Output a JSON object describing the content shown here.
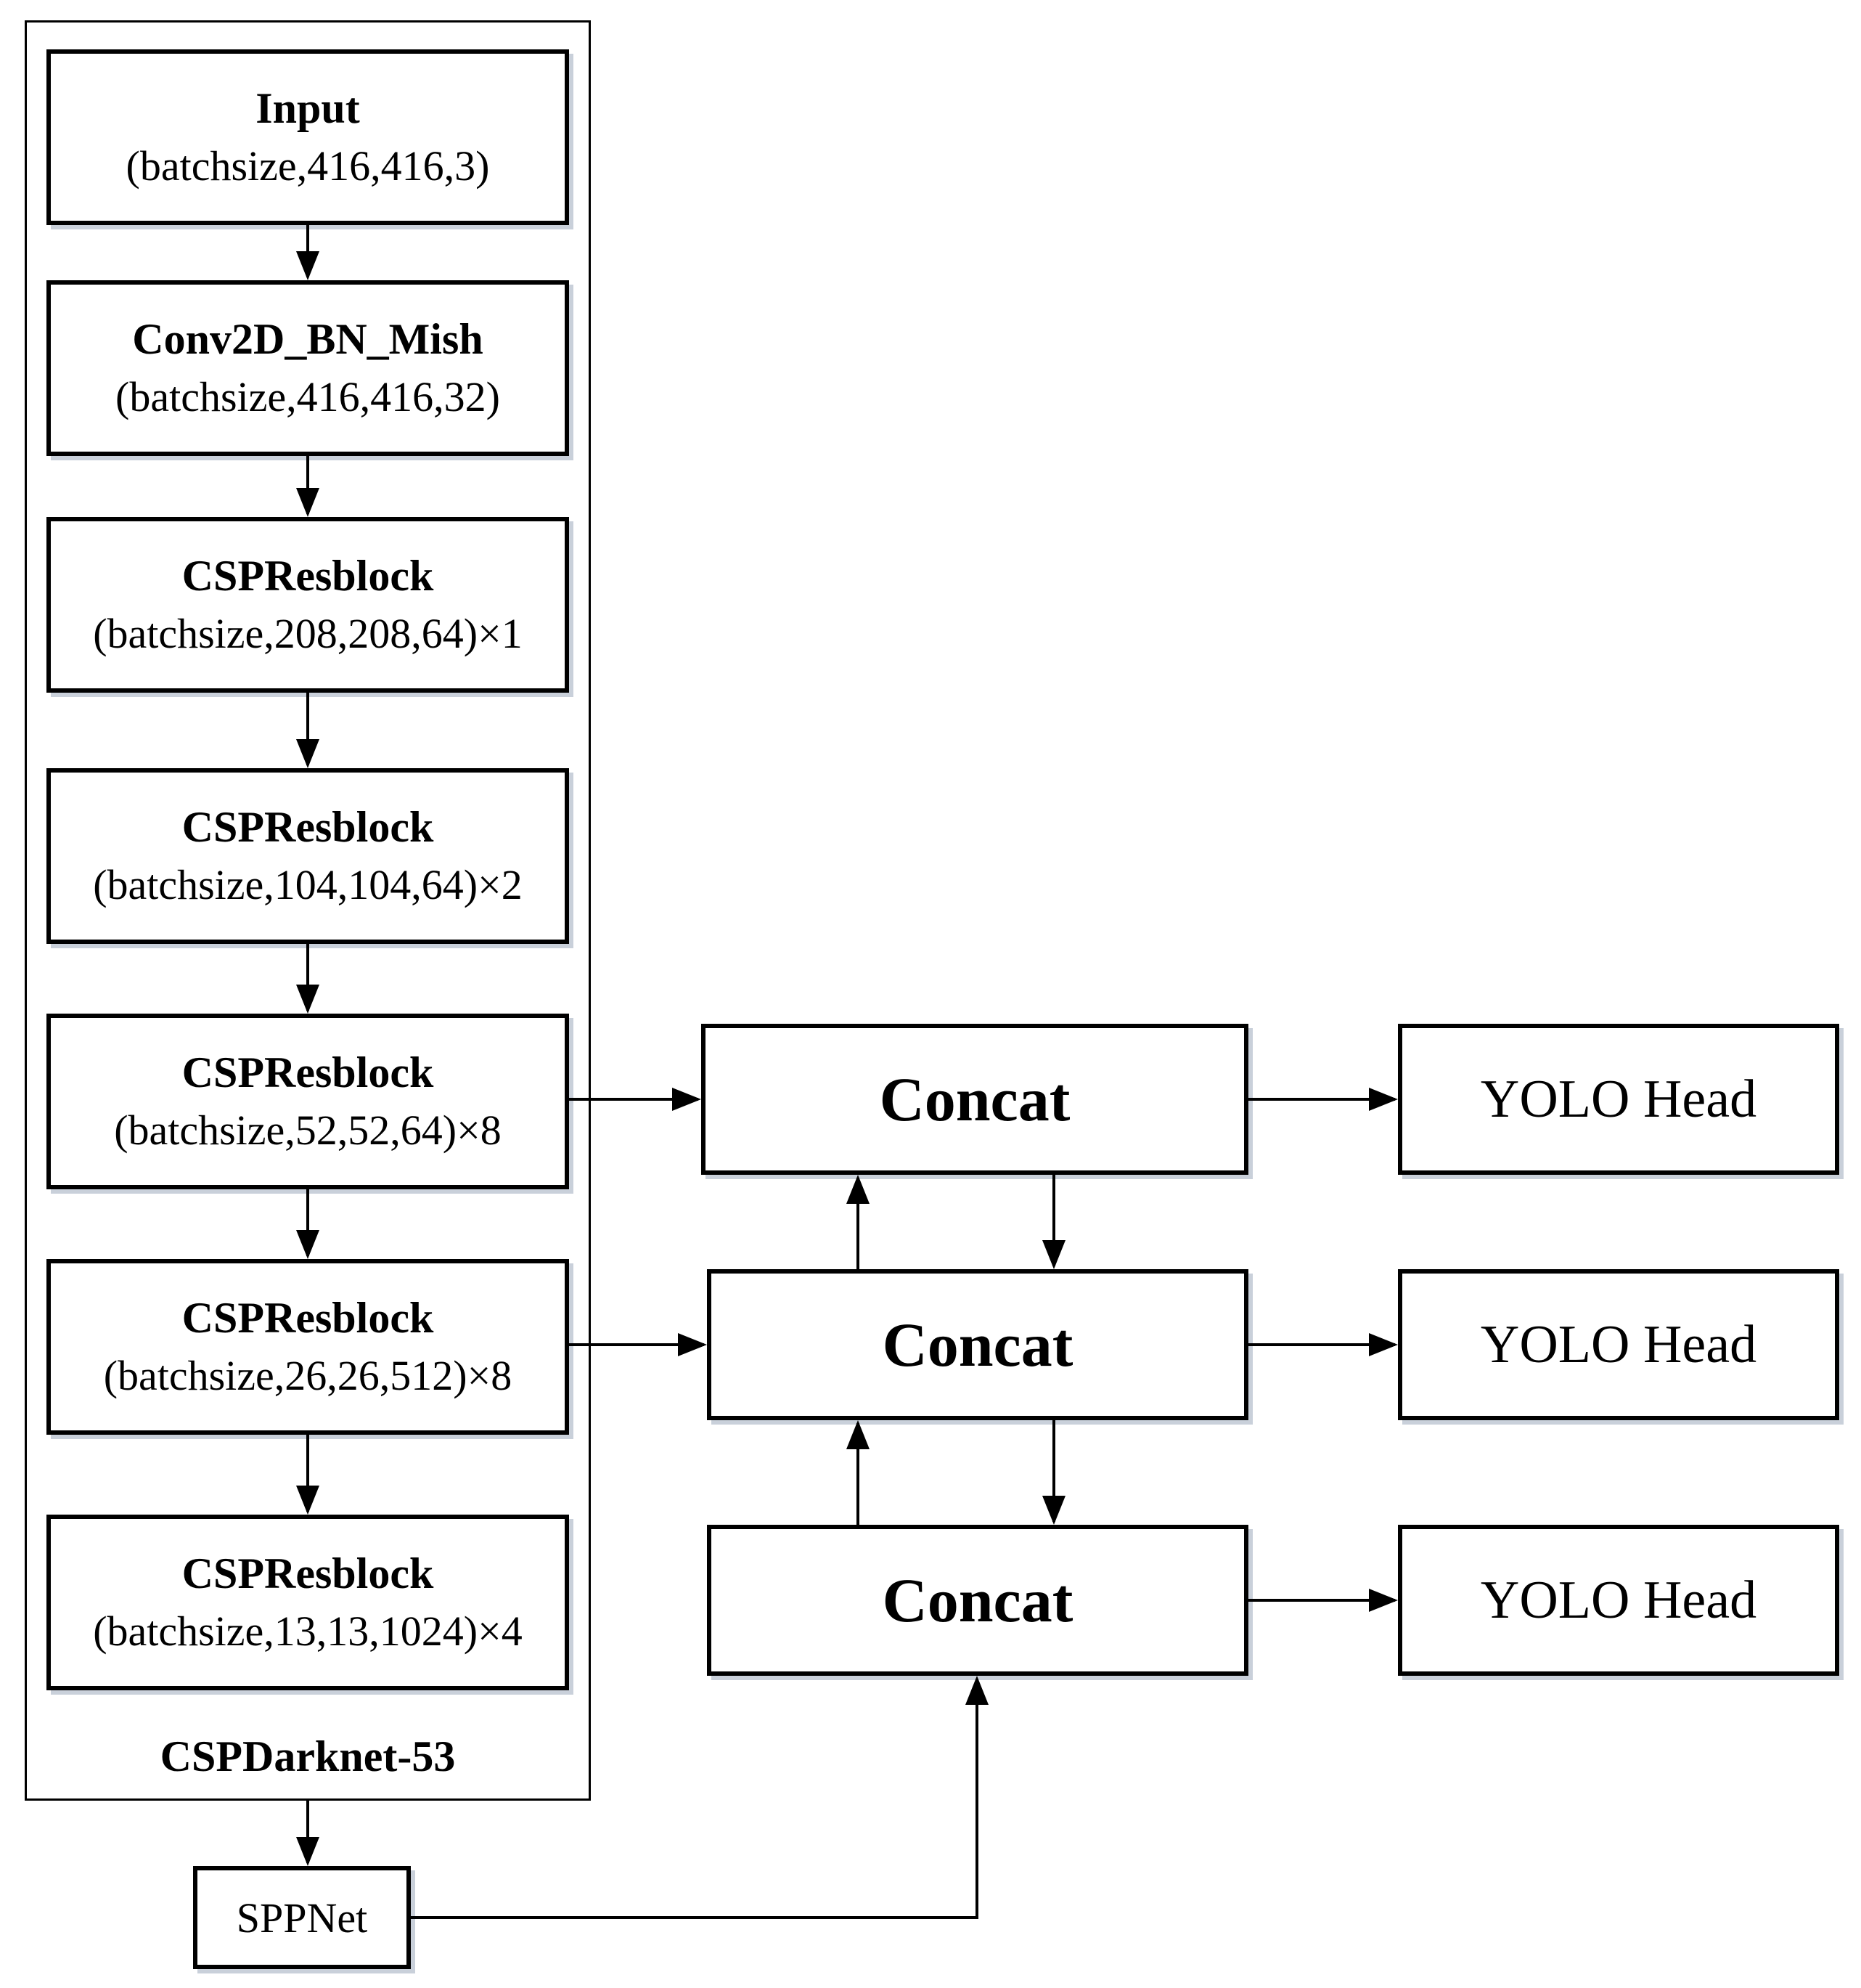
{
  "backbone": {
    "label": "CSPDarknet-53",
    "blocks": [
      {
        "title": "Input",
        "shape": "(batchsize,416,416,3)"
      },
      {
        "title": "Conv2D_BN_Mish",
        "shape": "(batchsize,416,416,32)"
      },
      {
        "title": "CSPResblock",
        "shape": "(batchsize,208,208,64)×1"
      },
      {
        "title": "CSPResblock",
        "shape": "(batchsize,104,104,64)×2"
      },
      {
        "title": "CSPResblock",
        "shape": "(batchsize,52,52,64)×8"
      },
      {
        "title": "CSPResblock",
        "shape": "(batchsize,26,26,512)×8"
      },
      {
        "title": "CSPResblock",
        "shape": "(batchsize,13,13,1024)×4"
      }
    ]
  },
  "spp": {
    "label": "SPPNet"
  },
  "concat": [
    {
      "label": "Concat"
    },
    {
      "label": "Concat"
    },
    {
      "label": "Concat"
    }
  ],
  "heads": [
    {
      "label": "YOLO Head"
    },
    {
      "label": "YOLO Head"
    },
    {
      "label": "YOLO Head"
    }
  ],
  "colors": {
    "stroke": "#000000",
    "background": "#ffffff",
    "shadow": "#c9d0da"
  }
}
